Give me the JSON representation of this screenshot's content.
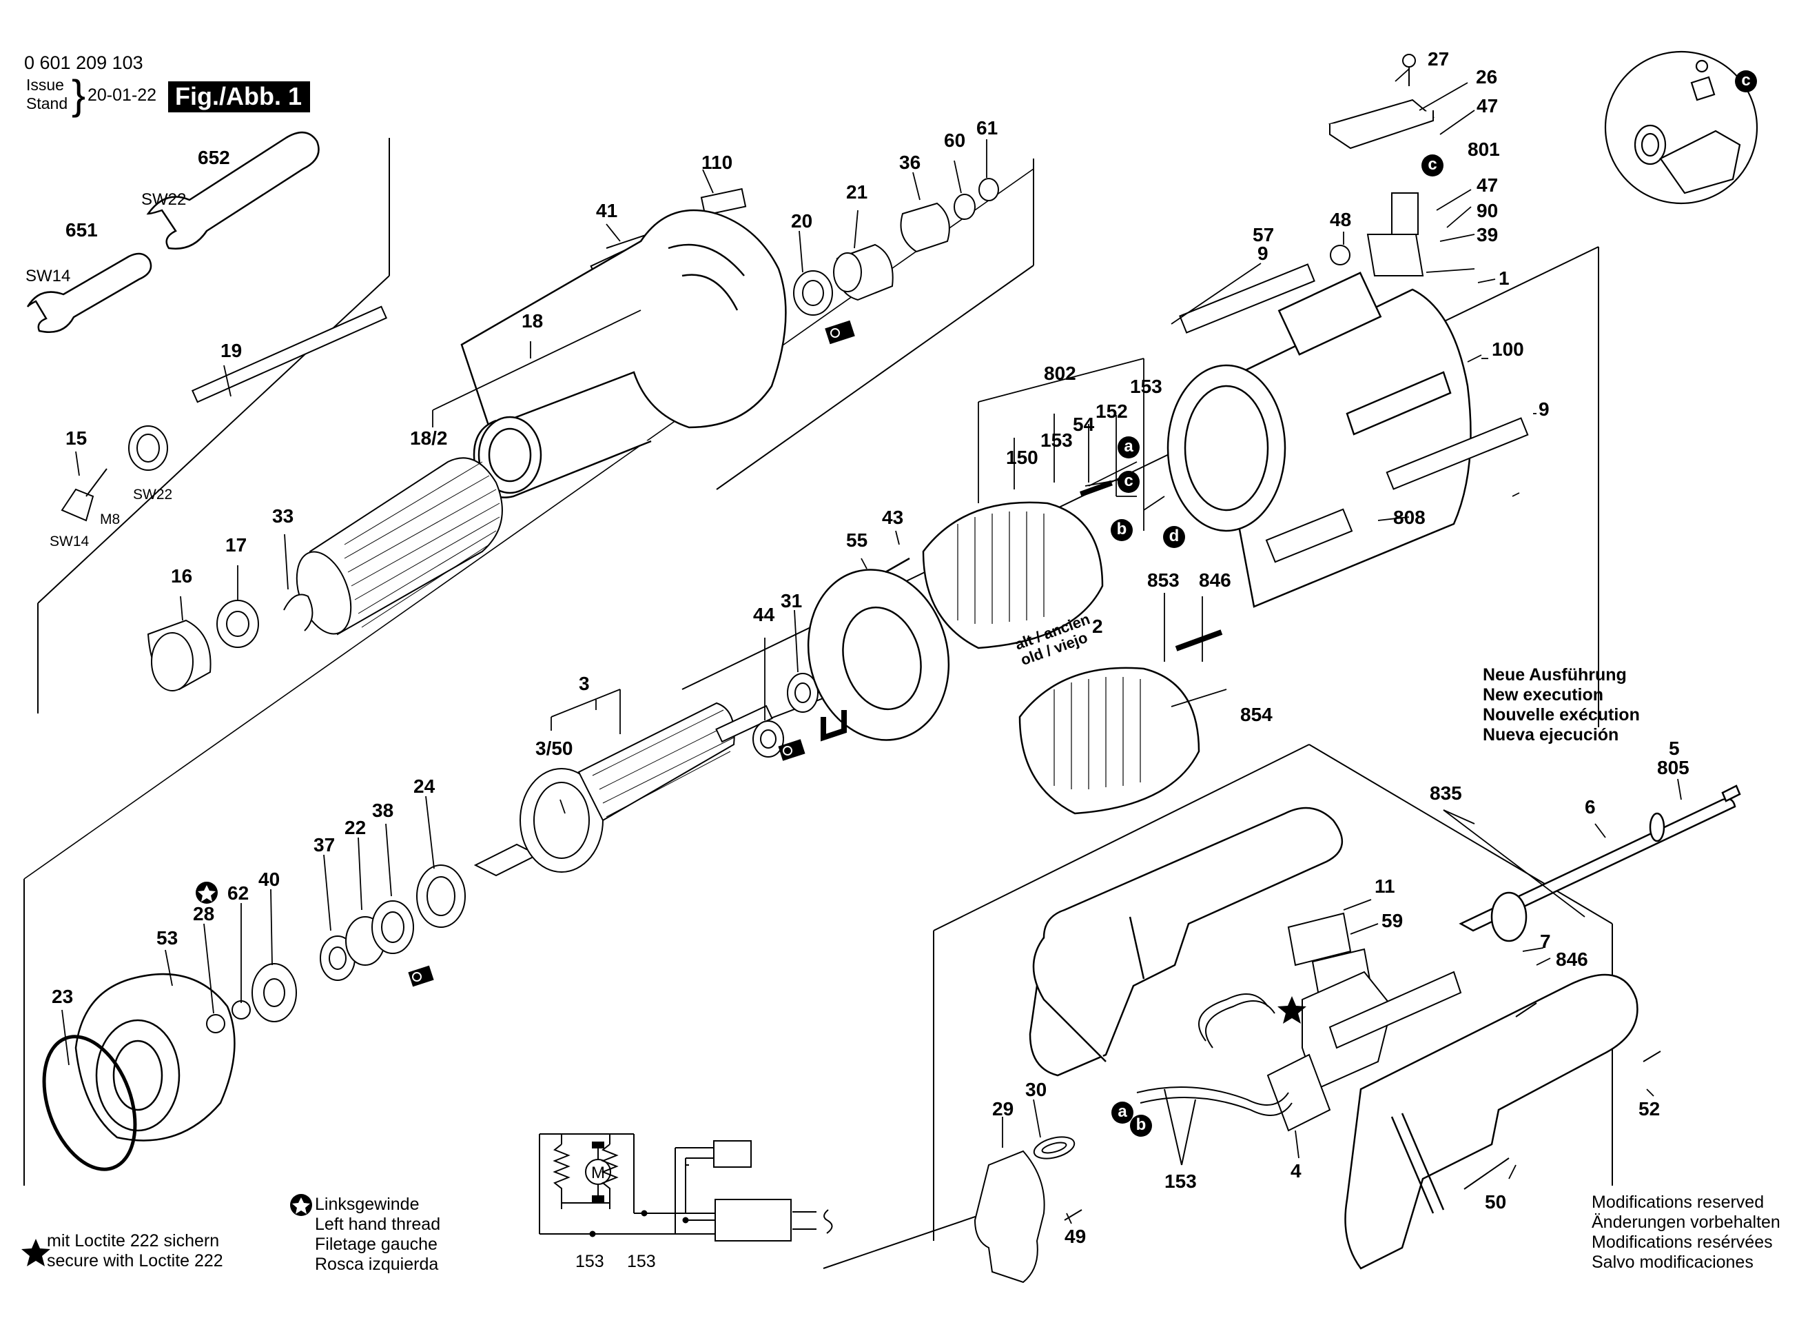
{
  "header": {
    "part_number": "0 601 209 103",
    "issue_label_en": "Issue",
    "issue_label_de": "Stand",
    "issue_date": "20-01-22",
    "figure_label": "Fig./Abb. 1"
  },
  "tool_labels": {
    "wrench_652": "SW22",
    "wrench_651": "SW14",
    "nut_sw22": "SW22",
    "screw_sw14": "SW14",
    "thread_m8": "M8"
  },
  "part_numbers": {
    "p27": "27",
    "p26": "26",
    "p47a": "47",
    "p801": "801",
    "p47b": "47",
    "p90": "90",
    "p39": "39",
    "p48": "48",
    "p57": "57",
    "p9a": "9",
    "p1": "1",
    "p100": "100",
    "p9b": "9",
    "p808": "808",
    "p802": "802",
    "p153a": "153",
    "p152": "152",
    "p54": "54",
    "p153b": "153",
    "p150": "150",
    "p43": "43",
    "p55": "55",
    "p853": "853",
    "p846a": "846",
    "p2": "2",
    "p854": "854",
    "p44": "44",
    "p31": "31",
    "p3": "3",
    "p3_50": "3/50",
    "p110": "110",
    "p41": "41",
    "p20": "20",
    "p21": "21",
    "p36": "36",
    "p60": "60",
    "p61": "61",
    "p18": "18",
    "p18_2": "18/2",
    "p652": "652",
    "p651": "651",
    "p19": "19",
    "p15": "15",
    "p16": "16",
    "p17": "17",
    "p33": "33",
    "p24": "24",
    "p38": "38",
    "p22": "22",
    "p37": "37",
    "p40": "40",
    "p62": "62",
    "p28": "28",
    "p53": "53",
    "p23": "23",
    "p835": "835",
    "p5": "5",
    "p805": "805",
    "p6": "6",
    "p11": "11",
    "p59": "59",
    "p7": "7",
    "p846b": "846",
    "p52": "52",
    "p4": "4",
    "p153c": "153",
    "p50": "50",
    "p29": "29",
    "p30": "30",
    "p49": "49",
    "p153d": "153",
    "p153e": "153"
  },
  "callouts": {
    "a1": "a",
    "c1": "c",
    "b1": "b",
    "d1": "d",
    "c2": "c",
    "c3": "c",
    "a2": "a",
    "b2": "b"
  },
  "alt_label": {
    "line1": "alt / ancien",
    "line2": "old / viejo"
  },
  "new_execution": [
    "Neue Ausführung",
    "New execution",
    "Nouvelle exécution",
    "Nueva ejecución"
  ],
  "left_thread_note": [
    "Linksgewinde",
    "Left hand thread",
    "Filetage gauche",
    "Rosca izquierda"
  ],
  "loctite_note": [
    "mit Loctite 222 sichern",
    "secure with Loctite 222"
  ],
  "modifications_note": [
    "Modifications reserved",
    "Änderungen vorbehalten",
    "Modifications resérvées",
    "Salvo modificaciones"
  ],
  "schematic": {
    "motor_symbol": "M"
  },
  "icons": [
    "star-loctite-icon",
    "left-thread-icon",
    "grease-icon",
    "callout-a-icon",
    "callout-b-icon",
    "callout-c-icon",
    "callout-d-icon"
  ]
}
